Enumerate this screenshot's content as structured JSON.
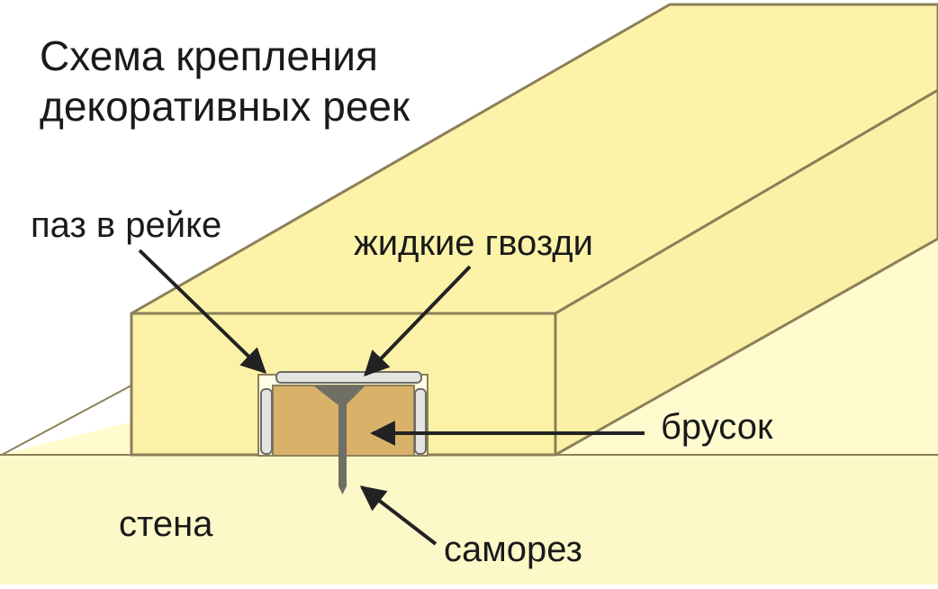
{
  "title": {
    "line1": "Схема крепления",
    "line2": "декоративных реек"
  },
  "labels": {
    "groove": "паз в рейке",
    "liquid_nails": "жидкие гвозди",
    "bar": "брусок",
    "wall": "стена",
    "screw": "саморез"
  },
  "colors": {
    "slat_light": "#FFFBCF",
    "slat_top": "#FCF3A9",
    "slat_front": "#FBF2A8",
    "slat_side": "#FAF1A6",
    "wall": "#FDF8C8",
    "bar": "#D9B169",
    "edge": "#8C7F58",
    "screw": "#6F6F66",
    "arrow": "#222222",
    "glue": "#E4E4E0"
  }
}
